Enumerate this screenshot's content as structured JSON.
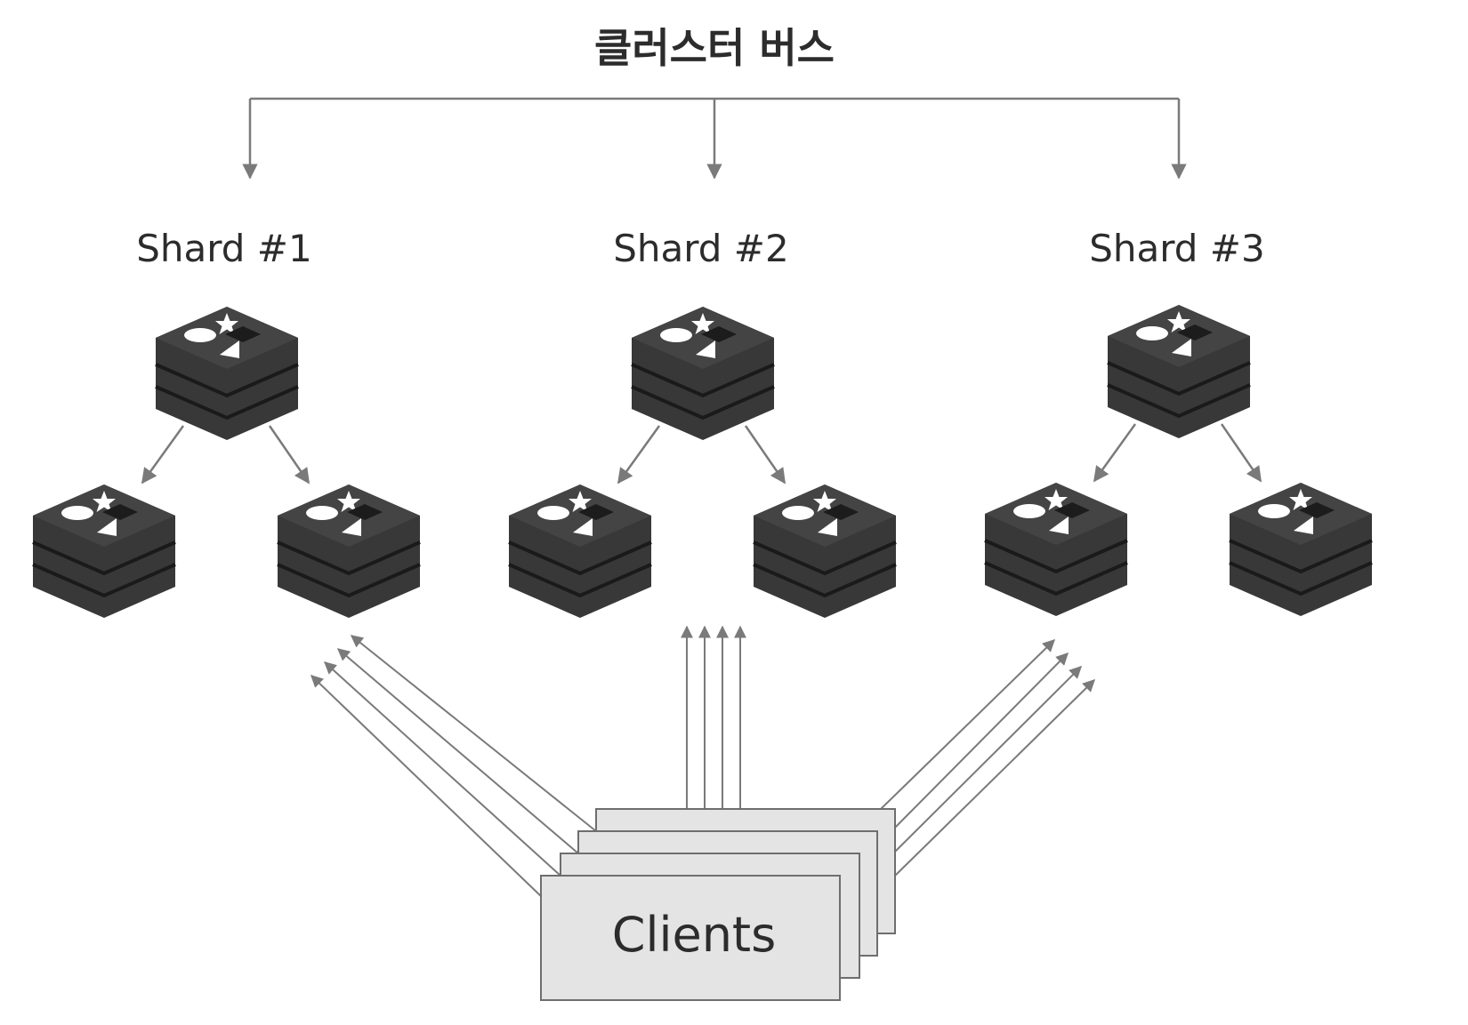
{
  "bus": {
    "label": "클러스터 버스"
  },
  "shards": [
    {
      "label": "Shard #1",
      "node_icon": "redis-stack-icon",
      "replica_count": 2
    },
    {
      "label": "Shard #2",
      "node_icon": "redis-stack-icon",
      "replica_count": 2
    },
    {
      "label": "Shard #3",
      "node_icon": "redis-stack-icon",
      "replica_count": 2
    }
  ],
  "clients": {
    "label": "Clients",
    "stacked_cards": 4
  },
  "colors": {
    "background": "#ffffff",
    "arrow": "#7a7a7a",
    "node_dark": "#383838",
    "node_groove": "#1a1a1a",
    "node_symbol": "#ffffff",
    "client_card_fill": "#e4e4e4",
    "client_card_stroke": "#6e6e6e",
    "text": "#2c2c2c"
  }
}
